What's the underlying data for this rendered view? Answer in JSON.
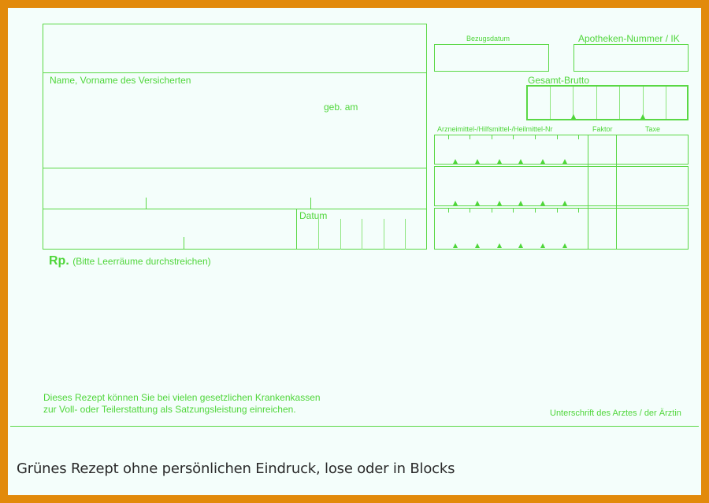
{
  "form": {
    "name_label": "Name, Vorname des Versicherten",
    "birth_label": "geb. am",
    "date_label": "Datum",
    "bezugsdatum_label": "Bezugsdatum",
    "pharmacy_label": "Apotheken-Nummer / IK",
    "gross_label": "Gesamt-Brutto",
    "item_number_label": "Arzneimittel-/Hilfsmittel-/Heilmittel-Nr",
    "factor_label": "Faktor",
    "fee_label": "Taxe",
    "rp_label": "Rp.",
    "rp_note": "(Bitte Leerräume durchstreichen)",
    "info_line1": "Dieses Rezept können Sie bei vielen gesetzlichen Krankenkassen",
    "info_line2": "zur Voll- oder Teilerstattung als Satzungsleistung einreichen.",
    "signature_label": "Unterschrift des Arztes / der Ärztin"
  },
  "caption": "Grünes Rezept ohne persönlichen Eindruck, lose oder in Blocks",
  "colors": {
    "border_frame": "#e28a0b",
    "form_green": "#4fd63a",
    "paper": "#f4fefb"
  }
}
